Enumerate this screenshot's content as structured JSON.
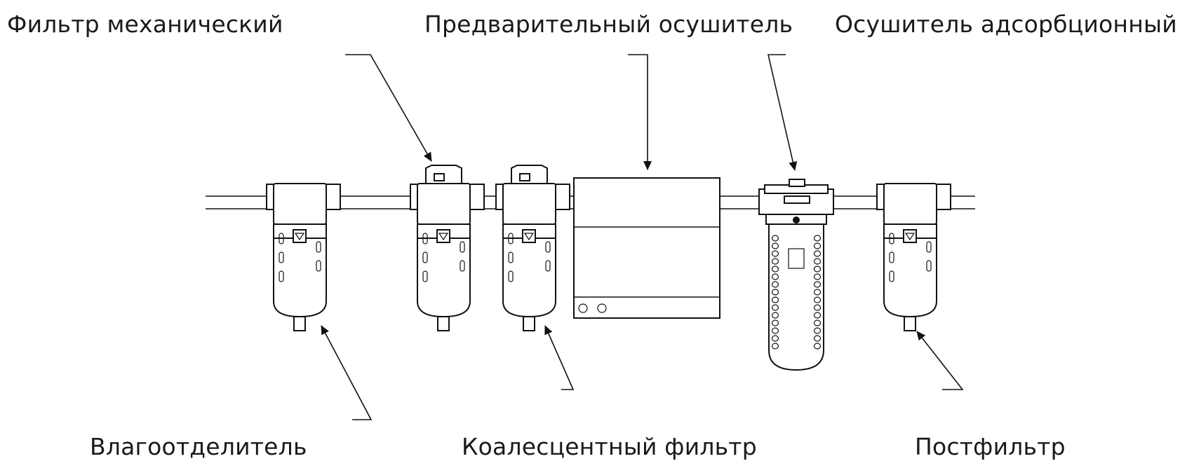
{
  "labels": {
    "filter_mechanical": "Фильтр механический",
    "pre_dryer": "Предварительный осушитель",
    "adsorption_dryer": "Осушитель адсорбционный",
    "moisture_separator": "Влагоотделитель",
    "coalescent_filter": "Коалесцентный фильтр",
    "post_filter": "Постфильтр"
  },
  "colors": {
    "line": "#111111",
    "background": "#ffffff"
  }
}
